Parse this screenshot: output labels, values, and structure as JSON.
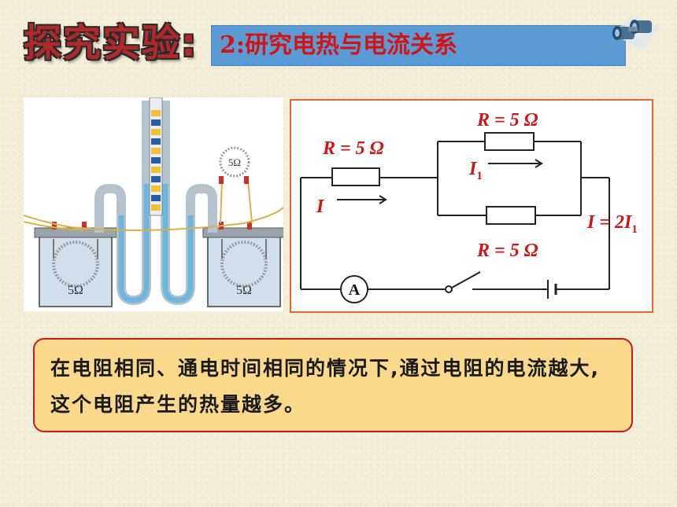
{
  "heading": "探究实验:",
  "banner": {
    "text": "2:研究电热与电流关系"
  },
  "apparatus": {
    "left_label": "5Ω",
    "right_label": "5Ω",
    "top_label": "5Ω"
  },
  "circuit": {
    "r_series": "R = 5 Ω",
    "r_top": "R = 5 Ω",
    "r_bottom": "R = 5 Ω",
    "current_i": "I",
    "current_i1": "I",
    "current_i1_sub": "1",
    "current_total": "I = 2I",
    "current_total_sub": "1",
    "ammeter": "A"
  },
  "conclusion": {
    "text": "在电阻相同、通电时间相同的情况下,通过电阻的电流越大,这个电阻产生的热量越多。"
  },
  "colors": {
    "accent_red": "#d21414",
    "banner_blue": "#5b9bd5",
    "box_orange": "#e8652c",
    "note_fill": "#fad98c"
  }
}
